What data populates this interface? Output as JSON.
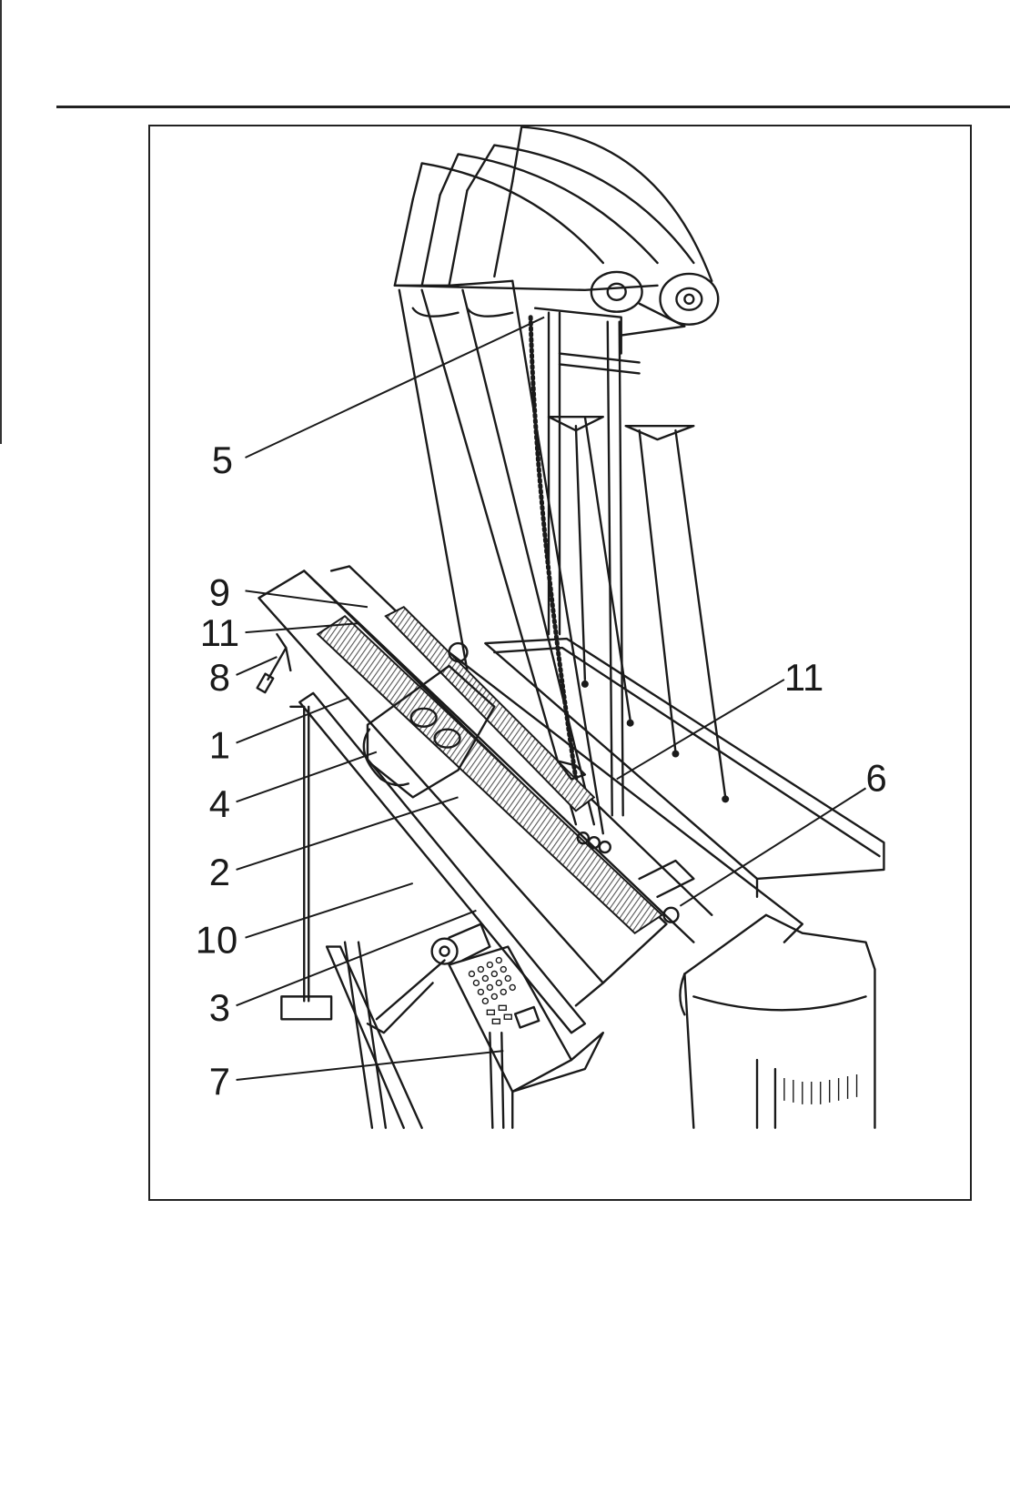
{
  "figure": {
    "callouts": [
      {
        "id": "c5",
        "label": "5"
      },
      {
        "id": "c9",
        "label": "9"
      },
      {
        "id": "c11a",
        "label": "11"
      },
      {
        "id": "c8",
        "label": "8"
      },
      {
        "id": "c1",
        "label": "1"
      },
      {
        "id": "c4",
        "label": "4"
      },
      {
        "id": "c2",
        "label": "2"
      },
      {
        "id": "c10",
        "label": "10"
      },
      {
        "id": "c3",
        "label": "3"
      },
      {
        "id": "c7",
        "label": "7"
      },
      {
        "id": "c11b",
        "label": "11"
      },
      {
        "id": "c6",
        "label": "6"
      }
    ]
  }
}
